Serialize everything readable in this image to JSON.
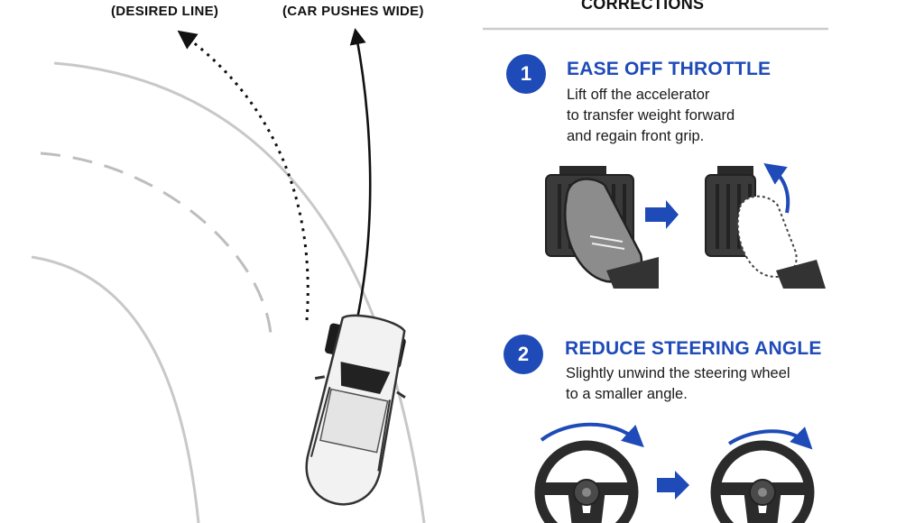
{
  "diagram": {
    "labels": {
      "desired_line": "(DESIRED LINE)",
      "car_pushes_wide": "(CAR PUSHES WIDE)"
    },
    "section_title": "CORRECTIONS",
    "steps": [
      {
        "number": "1",
        "title": "EASE OFF THROTTLE",
        "description_lines": [
          "Lift off the accelerator",
          "to transfer weight forward",
          "and regain front grip."
        ]
      },
      {
        "number": "2",
        "title": "REDUCE STEERING ANGLE",
        "description_lines": [
          "Slightly unwind the steering wheel",
          "to a smaller angle."
        ]
      }
    ],
    "colors": {
      "accent": "#1f4bb8",
      "road_line": "#c8c8c8",
      "ink": "#111111"
    }
  }
}
